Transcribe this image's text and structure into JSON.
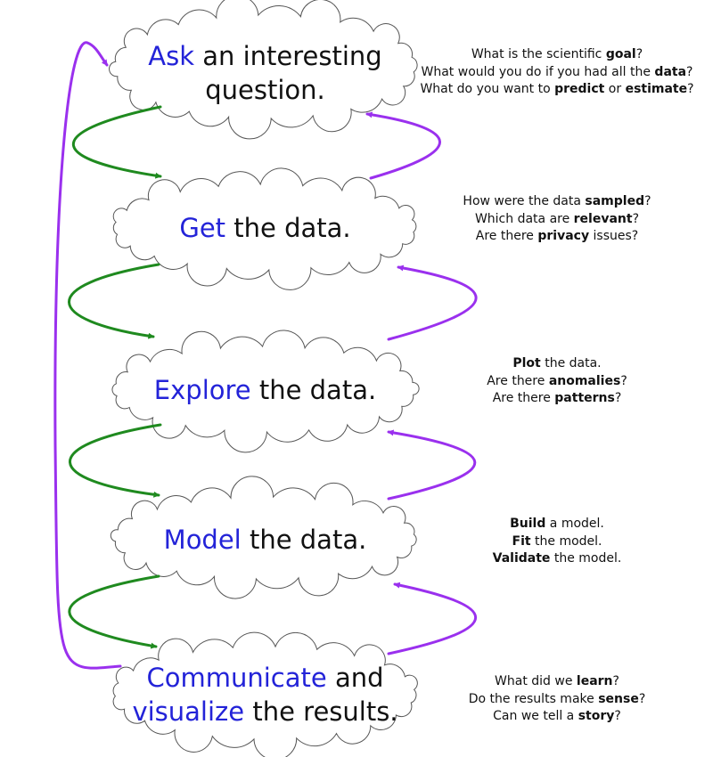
{
  "colors": {
    "keyword": "#2323d8",
    "forward_arrow": "#1f8a1f",
    "back_arrow": "#9a30ee",
    "cloud_stroke": "#555555",
    "text": "#111111"
  },
  "steps": [
    {
      "title_lines": [
        [
          {
            "t": "Ask",
            "kw": true
          },
          {
            "t": " an interesting",
            "kw": false
          }
        ],
        [
          {
            "t": "question.",
            "kw": false
          }
        ]
      ],
      "notes": [
        [
          {
            "t": "What is the scientific ",
            "b": false
          },
          {
            "t": "goal",
            "b": true
          },
          {
            "t": "?",
            "b": false
          }
        ],
        [
          {
            "t": "What would you do if you had all the ",
            "b": false
          },
          {
            "t": "data",
            "b": true
          },
          {
            "t": "?",
            "b": false
          }
        ],
        [
          {
            "t": "What do you want to ",
            "b": false
          },
          {
            "t": "predict",
            "b": true
          },
          {
            "t": " or ",
            "b": false
          },
          {
            "t": "estimate",
            "b": true
          },
          {
            "t": "?",
            "b": false
          }
        ]
      ]
    },
    {
      "title_lines": [
        [
          {
            "t": "Get",
            "kw": true
          },
          {
            "t": " the data.",
            "kw": false
          }
        ]
      ],
      "notes": [
        [
          {
            "t": "How were the data ",
            "b": false
          },
          {
            "t": "sampled",
            "b": true
          },
          {
            "t": "?",
            "b": false
          }
        ],
        [
          {
            "t": "Which data are ",
            "b": false
          },
          {
            "t": "relevant",
            "b": true
          },
          {
            "t": "?",
            "b": false
          }
        ],
        [
          {
            "t": "Are there ",
            "b": false
          },
          {
            "t": "privacy",
            "b": true
          },
          {
            "t": " issues?",
            "b": false
          }
        ]
      ]
    },
    {
      "title_lines": [
        [
          {
            "t": "Explore",
            "kw": true
          },
          {
            "t": " the data.",
            "kw": false
          }
        ]
      ],
      "notes": [
        [
          {
            "t": "Plot",
            "b": true
          },
          {
            "t": " the data.",
            "b": false
          }
        ],
        [
          {
            "t": "Are there ",
            "b": false
          },
          {
            "t": "anomalies",
            "b": true
          },
          {
            "t": "?",
            "b": false
          }
        ],
        [
          {
            "t": "Are there ",
            "b": false
          },
          {
            "t": "patterns",
            "b": true
          },
          {
            "t": "?",
            "b": false
          }
        ]
      ]
    },
    {
      "title_lines": [
        [
          {
            "t": "Model",
            "kw": true
          },
          {
            "t": " the data.",
            "kw": false
          }
        ]
      ],
      "notes": [
        [
          {
            "t": "Build",
            "b": true
          },
          {
            "t": " a model.",
            "b": false
          }
        ],
        [
          {
            "t": "Fit",
            "b": true
          },
          {
            "t": " the model.",
            "b": false
          }
        ],
        [
          {
            "t": "Validate",
            "b": true
          },
          {
            "t": " the model.",
            "b": false
          }
        ]
      ]
    },
    {
      "title_lines": [
        [
          {
            "t": "Communicate",
            "kw": true
          },
          {
            "t": " and",
            "kw": false
          }
        ],
        [
          {
            "t": "visualize",
            "kw": true
          },
          {
            "t": " the results.",
            "kw": false
          }
        ]
      ],
      "notes": [
        [
          {
            "t": "What did we ",
            "b": false
          },
          {
            "t": "learn",
            "b": true
          },
          {
            "t": "?",
            "b": false
          }
        ],
        [
          {
            "t": "Do the results make ",
            "b": false
          },
          {
            "t": "sense",
            "b": true
          },
          {
            "t": "?",
            "b": false
          }
        ],
        [
          {
            "t": "Can we tell a ",
            "b": false
          },
          {
            "t": "story",
            "b": true
          },
          {
            "t": "?",
            "b": false
          }
        ]
      ]
    }
  ]
}
